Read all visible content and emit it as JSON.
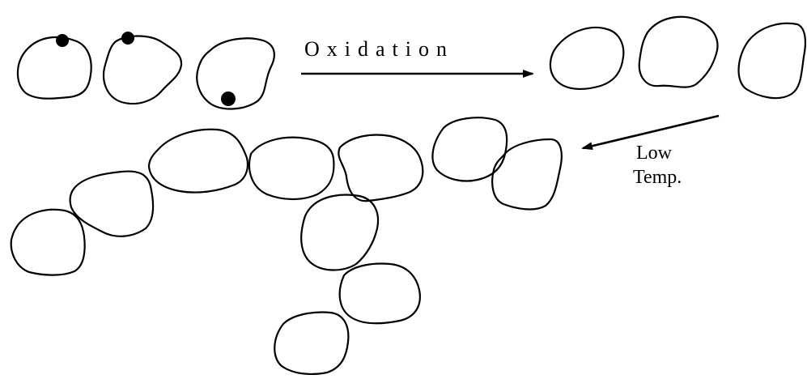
{
  "labels": {
    "oxidation": "Oxidation",
    "low": "Low",
    "temp": "Temp."
  },
  "colors": {
    "ink": "#000000",
    "background": "#ffffff"
  }
}
